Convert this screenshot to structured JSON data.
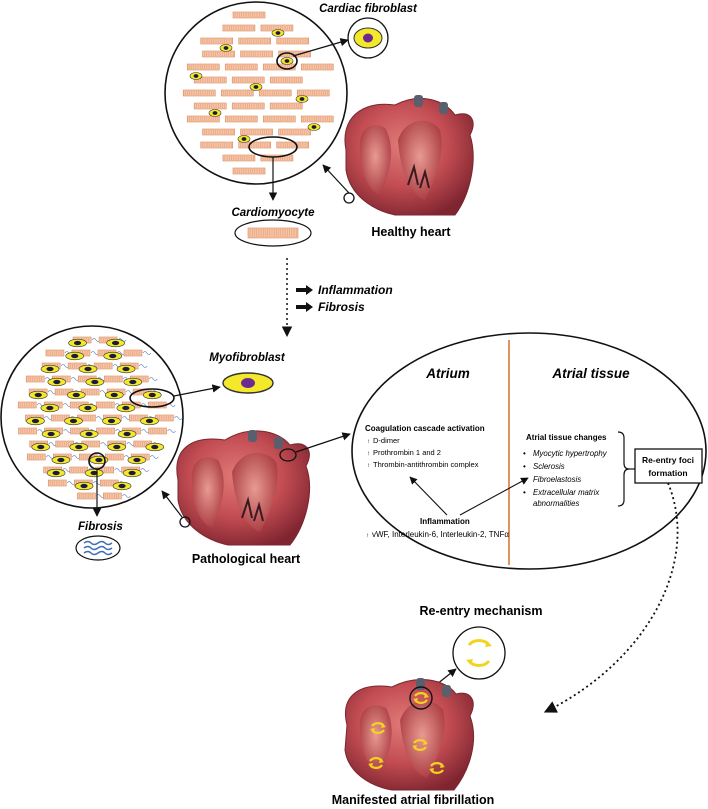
{
  "labels": {
    "cardiac_fibroblast": "Cardiac fibroblast",
    "cardiomyocyte": "Cardiomyocyte",
    "healthy_heart": "Healthy heart",
    "inflammation": "Inflammation",
    "fibrosis_step": "Fibrosis",
    "myofibroblast": "Myofibroblast",
    "fibrosis": "Fibrosis",
    "pathological_heart": "Pathological heart",
    "reentry_mechanism": "Re-entry mechanism",
    "manifested_af": "Manifested atrial fibrillation"
  },
  "atrium_panel": {
    "atrium_title": "Atrium",
    "tissue_title": "Atrial tissue",
    "coag_title": "Coagulation cascade activation",
    "coag_items": [
      "D-dimer",
      "Prothrombin 1 and 2",
      "Thrombin-antithrombin complex"
    ],
    "inflammation_title": "Inflammation",
    "inflammation_items": "vWF, Interleukin-6, Interleukin-2, TNFα",
    "tissue_changes_title": "Atrial tissue changes",
    "tissue_changes": [
      "Myocytic hypertrophy",
      "Sclerosis",
      "Fibroelastosis",
      "Extracellular matrix",
      "abnormalities"
    ],
    "reentry_box_line1": "Re-entry foci",
    "reentry_box_line2": "formation"
  },
  "colors": {
    "muscle_fill": "#f6c3a6",
    "muscle_stroke": "#d98a5c",
    "fibroblast_yellow": "#f3e82a",
    "nucleus_purple": "#6a2a8f",
    "heart_red": "#b8454a",
    "divider": "#e0955e",
    "arrow_yellow": "#f2d41f",
    "fibrosis_blue": "#3f6fb5"
  }
}
